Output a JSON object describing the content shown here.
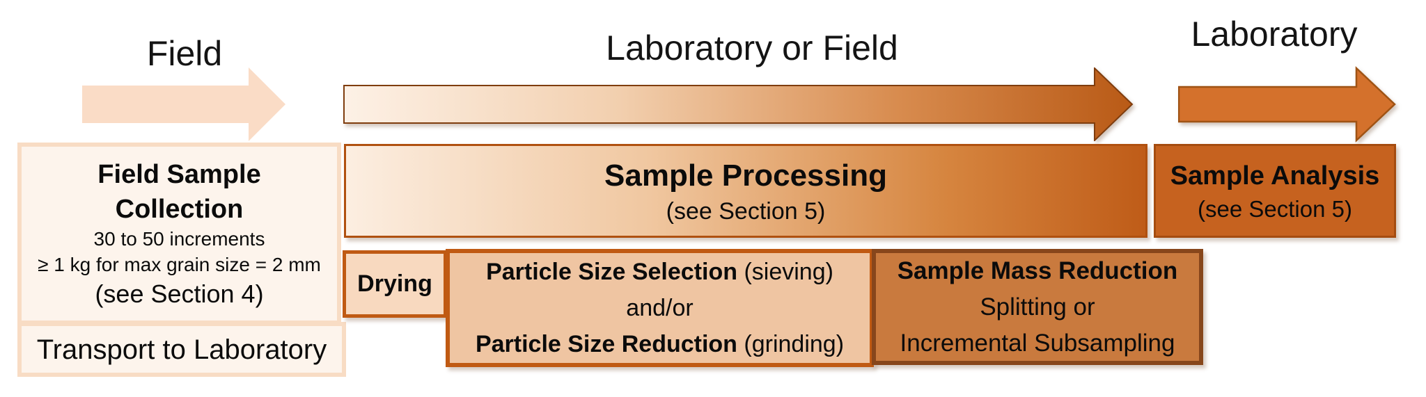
{
  "headers": {
    "field": "Field",
    "laboratory_or_field": "Laboratory or Field",
    "laboratory": "Laboratory"
  },
  "boxes": {
    "field_sample_collection": {
      "title_line1": "Field Sample",
      "title_line2": "Collection",
      "detail_increments": "30 to 50 increments",
      "detail_mass": "≥ 1 kg for max grain size = 2 mm",
      "detail_section": "(see Section 4)"
    },
    "transport": {
      "label": "Transport to Laboratory"
    },
    "sample_processing": {
      "title": "Sample Processing",
      "subtitle": "(see Section 5)"
    },
    "sample_analysis": {
      "title": "Sample Analysis",
      "subtitle": "(see Section 5)"
    },
    "drying": {
      "label": "Drying"
    },
    "particle_size": {
      "line1_bold": "Particle Size Selection",
      "line1_rest": " (sieving)",
      "line2": "and/or",
      "line3_bold": "Particle Size Reduction",
      "line3_rest": " (grinding)"
    },
    "sample_mass_reduction": {
      "title": "Sample Mass Reduction",
      "line2": "Splitting or",
      "line3": "Incremental Subsampling"
    }
  },
  "icons": {
    "field_arrow": "right-arrow",
    "laboratory_or_field_arrow": "right-arrow-gradient",
    "laboratory_arrow": "right-arrow"
  },
  "colors": {
    "cream_fill": "#FDF4EC",
    "peach_border": "#F8DCC4",
    "light_arrow_fill": "#FADCC6",
    "orange_border": "#C05A13",
    "dark_brown_border": "#87461B",
    "gradient_arrow_end": "#B95A16",
    "laboratory_arrow_fill": "#D4712C",
    "sample_processing_border": "#B05110",
    "sample_analysis_fill": "#C6621F",
    "drying_fill": "#F8D9BF",
    "particle_fill": "#EFC5A2",
    "mass_reduction_fill": "#C97A3E"
  }
}
